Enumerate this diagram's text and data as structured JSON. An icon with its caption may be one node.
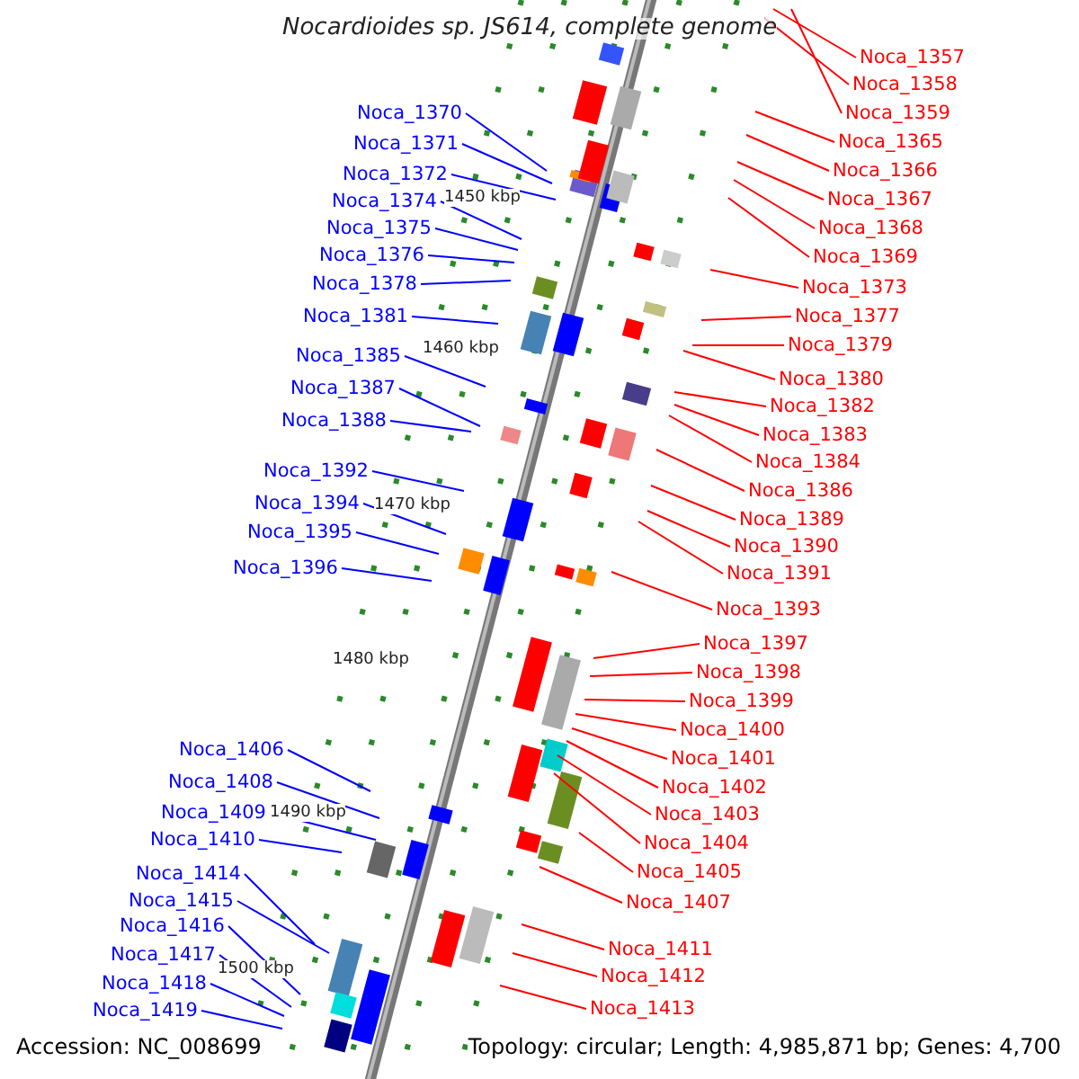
{
  "diagram": {
    "title": "Nocardioides sp. JS614, complete genome",
    "nodes": [
      {
        "text": [
          "Noca_1370"
        ]
      },
      {
        "text": [
          "Noca_1371"
        ]
      },
      {
        "text": [
          "Noca_1372"
        ]
      },
      {
        "text": [
          "Noca_1374"
        ]
      },
      {
        "text": [
          "Noca_1375"
        ]
      },
      {
        "text": [
          "Noca_1376"
        ]
      },
      {
        "text": [
          "Noca_1378"
        ]
      },
      {
        "text": [
          "Noca_1381"
        ]
      },
      {
        "text": [
          "Noca_1385"
        ]
      },
      {
        "text": [
          "Noca_1387"
        ]
      },
      {
        "text": [
          "Noca_1388"
        ]
      },
      {
        "text": [
          "Noca_1392"
        ]
      },
      {
        "text": [
          "Noca_1394"
        ]
      },
      {
        "text": [
          "Noca_1395"
        ]
      },
      {
        "text": [
          "Noca_1396"
        ]
      },
      {
        "text": [
          "Noca_1406"
        ]
      },
      {
        "text": [
          "Noca_1408"
        ]
      },
      {
        "text": [
          "Noca_1409"
        ]
      },
      {
        "text": [
          "Noca_1410"
        ]
      },
      {
        "text": [
          "Noca_1414"
        ]
      },
      {
        "text": [
          "Noca_1415"
        ]
      },
      {
        "text": [
          "Noca_1416"
        ]
      },
      {
        "text": [
          "Noca_1417"
        ]
      },
      {
        "text": [
          "Noca_1418"
        ]
      },
      {
        "text": [
          "Noca_1419"
        ]
      },
      {
        "text": [
          "Noca_1357"
        ]
      },
      {
        "text": [
          "Noca_1358"
        ]
      },
      {
        "text": [
          "Noca_1359"
        ]
      },
      {
        "text": [
          "Noca_1365"
        ]
      },
      {
        "text": [
          "Noca_1366"
        ]
      },
      {
        "text": [
          "Noca_1367"
        ]
      },
      {
        "text": [
          "Noca_1368"
        ]
      },
      {
        "text": [
          "Noca_1369"
        ]
      },
      {
        "text": [
          "Noca_1373"
        ]
      },
      {
        "text": [
          "Noca_1377"
        ]
      },
      {
        "text": [
          "Noca_1379"
        ]
      },
      {
        "text": [
          "Noca_1380"
        ]
      },
      {
        "text": [
          "Noca_1382"
        ]
      },
      {
        "text": [
          "Noca_1383"
        ]
      },
      {
        "text": [
          "Noca_1384"
        ]
      },
      {
        "text": [
          "Noca_1386"
        ]
      },
      {
        "text": [
          "Noca_1389"
        ]
      },
      {
        "text": [
          "Noca_1390"
        ]
      },
      {
        "text": [
          "Noca_1391"
        ]
      },
      {
        "text": [
          "Noca_1393"
        ]
      },
      {
        "text": [
          "Noca_1397"
        ]
      },
      {
        "text": [
          "Noca_1398"
        ]
      },
      {
        "text": [
          "Noca_1399"
        ]
      },
      {
        "text": [
          "Noca_1400"
        ]
      },
      {
        "text": [
          "Noca_1401"
        ]
      },
      {
        "text": [
          "Noca_1402"
        ]
      },
      {
        "text": [
          "Noca_1403"
        ]
      },
      {
        "text": [
          "Noca_1404"
        ]
      },
      {
        "text": [
          "Noca_1405"
        ]
      },
      {
        "text": [
          "Noca_1407"
        ]
      },
      {
        "text": [
          "Noca_1411"
        ]
      },
      {
        "text": [
          "Noca_1412"
        ]
      },
      {
        "text": [
          "Noca_1413"
        ]
      }
    ],
    "edges": [
      {
        "from": 0,
        "to": null,
        "arrow": "none",
        "color": "#0000ff"
      },
      {
        "from": 1,
        "to": null,
        "arrow": "none",
        "color": "#0000ff"
      },
      {
        "from": 2,
        "to": null,
        "arrow": "none",
        "color": "#0000ff"
      },
      {
        "from": 3,
        "to": null,
        "arrow": "none",
        "color": "#0000ff"
      },
      {
        "from": 4,
        "to": null,
        "arrow": "none",
        "color": "#0000ff"
      },
      {
        "from": 5,
        "to": null,
        "arrow": "none",
        "color": "#0000ff"
      },
      {
        "from": 6,
        "to": null,
        "arrow": "none",
        "color": "#0000ff"
      },
      {
        "from": 7,
        "to": null,
        "arrow": "none",
        "color": "#0000ff"
      },
      {
        "from": 8,
        "to": null,
        "arrow": "none",
        "color": "#0000ff"
      },
      {
        "from": 9,
        "to": null,
        "arrow": "none",
        "color": "#0000ff"
      },
      {
        "from": 10,
        "to": null,
        "arrow": "none",
        "color": "#0000ff"
      },
      {
        "from": 11,
        "to": null,
        "arrow": "none",
        "color": "#0000ff"
      },
      {
        "from": 12,
        "to": null,
        "arrow": "none",
        "color": "#0000ff"
      },
      {
        "from": 13,
        "to": null,
        "arrow": "none",
        "color": "#0000ff"
      },
      {
        "from": 14,
        "to": null,
        "arrow": "none",
        "color": "#0000ff"
      },
      {
        "from": 15,
        "to": null,
        "arrow": "none",
        "color": "#0000ff"
      },
      {
        "from": 16,
        "to": null,
        "arrow": "none",
        "color": "#0000ff"
      },
      {
        "from": 17,
        "to": null,
        "arrow": "none",
        "color": "#0000ff"
      },
      {
        "from": 18,
        "to": null,
        "arrow": "none",
        "color": "#0000ff"
      },
      {
        "from": 19,
        "to": null,
        "arrow": "none",
        "color": "#0000ff"
      },
      {
        "from": 20,
        "to": null,
        "arrow": "none",
        "color": "#0000ff"
      },
      {
        "from": 21,
        "to": null,
        "arrow": "none",
        "color": "#0000ff"
      },
      {
        "from": 22,
        "to": null,
        "arrow": "none",
        "color": "#0000ff"
      },
      {
        "from": 23,
        "to": null,
        "arrow": "none",
        "color": "#0000ff"
      },
      {
        "from": 24,
        "to": null,
        "arrow": "none",
        "color": "#0000ff"
      },
      {
        "from": 25,
        "to": null,
        "arrow": "none"
      },
      {
        "from": 26,
        "to": null,
        "arrow": "none"
      },
      {
        "from": 27,
        "to": null,
        "arrow": "none"
      },
      {
        "from": 28,
        "to": null,
        "arrow": "none"
      },
      {
        "from": 29,
        "to": null,
        "arrow": "none"
      },
      {
        "from": 30,
        "to": null,
        "arrow": "none"
      },
      {
        "from": 31,
        "to": null,
        "arrow": "none"
      },
      {
        "from": 32,
        "to": null,
        "arrow": "none"
      },
      {
        "from": 33,
        "to": null,
        "arrow": "none"
      },
      {
        "from": 34,
        "to": null,
        "arrow": "none"
      },
      {
        "from": 35,
        "to": null,
        "arrow": "none"
      },
      {
        "from": 36,
        "to": null,
        "arrow": "none"
      },
      {
        "from": 37,
        "to": null,
        "arrow": "none"
      },
      {
        "from": 38,
        "to": null,
        "arrow": "none"
      },
      {
        "from": 39,
        "to": null,
        "arrow": "none"
      },
      {
        "from": 40,
        "to": null,
        "arrow": "none"
      },
      {
        "from": 41,
        "to": null,
        "arrow": "none"
      },
      {
        "from": 42,
        "to": null,
        "arrow": "none"
      },
      {
        "from": 43,
        "to": null,
        "arrow": "none"
      },
      {
        "from": 44,
        "to": null,
        "arrow": "none"
      },
      {
        "from": 45,
        "to": null,
        "arrow": "none"
      },
      {
        "from": 46,
        "to": null,
        "arrow": "none"
      },
      {
        "from": 47,
        "to": null,
        "arrow": "none"
      },
      {
        "from": 48,
        "to": null,
        "arrow": "none"
      },
      {
        "from": 49,
        "to": null,
        "arrow": "none"
      },
      {
        "from": 50,
        "to": null,
        "arrow": "none"
      },
      {
        "from": 51,
        "to": null,
        "arrow": "none"
      },
      {
        "from": 52,
        "to": null,
        "arrow": "none"
      },
      {
        "from": 53,
        "to": null,
        "arrow": "none"
      },
      {
        "from": 54,
        "to": null,
        "arrow": "none"
      },
      {
        "from": 55,
        "to": null,
        "arrow": "none"
      },
      {
        "from": 56,
        "to": null,
        "arrow": "none"
      },
      {
        "from": 57,
        "to": null,
        "arrow": "none"
      }
    ],
    "labels": [
      "1450 kbp",
      "1460 kbp",
      "1470 kbp",
      "1480 kbp",
      "1490 kbp",
      "1500 kbp",
      "Accession: NC_008699",
      "Topology: circular; Length: 4,985,871 bp; Genes: 4,700"
    ]
  }
}
